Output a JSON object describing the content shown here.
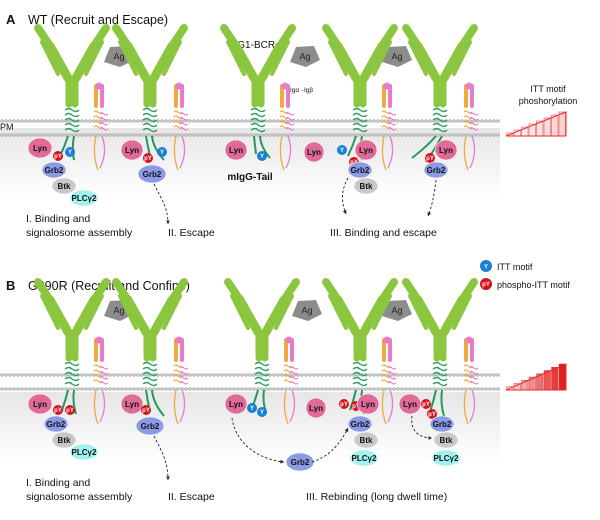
{
  "panelA": {
    "letter": "A",
    "title": "WT (Recruit and Escape)",
    "captions": {
      "c1_line1": "I. Binding and",
      "c1_line2": "signalosome assembly",
      "c2": "II. Escape",
      "c3": "III. Binding and escape"
    },
    "bcr_label": "IgG1-BCR",
    "iga_label": "Igα",
    "igb_label": "Igβ",
    "tail_label": "mIgG-Tail",
    "pm_label": "PM",
    "itt_gradient_label_1": "ITT motif",
    "itt_gradient_label_2": "phoshorylation"
  },
  "panelB": {
    "letter": "B",
    "title": "G390R (Recruit and Confine)",
    "captions": {
      "c1_line1": "I. Binding and",
      "c1_line2": "signalosome assembly",
      "c2": "II. Escape",
      "c3": "III. Rebinding (long dwell time)"
    }
  },
  "legend": {
    "itt": "ITT motif",
    "phospho_itt": "phospho-ITT motif"
  },
  "labels": {
    "ag": "Ag",
    "lyn": "Lyn",
    "grb2": "Grb2",
    "btk": "Btk",
    "plcg2": "PLCγ2",
    "py": "pY",
    "y": "Y",
    "slash": "-"
  },
  "colors": {
    "antibody": "#8cc63f",
    "antigen": "#8c8c8c",
    "lyn": "#e06b9a",
    "grb2": "#8b9be6",
    "btk": "#c8c8c8",
    "plcg2": "#9ff2f0",
    "phospho": "#d4121e",
    "itt": "#1a7fd4",
    "tail": "#1f9a5a",
    "iga": "#f0a840",
    "igb": "#e87cc8"
  }
}
